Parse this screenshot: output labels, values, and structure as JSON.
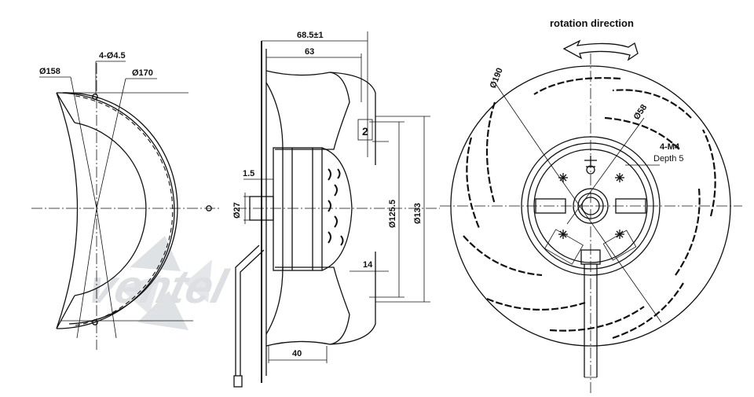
{
  "watermark": {
    "text": "ventel",
    "colors": {
      "grey": "#9aa2aa",
      "blue": "#4f86c6"
    }
  },
  "left_view": {
    "labels": {
      "d158": "Ø158",
      "holes": "4-Ø4.5",
      "d170": "Ø170"
    }
  },
  "side_view": {
    "labels": {
      "overall": "68.5±1",
      "width63": "63",
      "gap2": "2",
      "hub15": "1.5",
      "d27": "Ø27",
      "d1255": "Ø125.5",
      "d133": "Ø133",
      "dim14": "14",
      "dim40": "40"
    }
  },
  "front_view": {
    "rotation_label": "rotation direction",
    "labels": {
      "d190": "Ø190",
      "d58": "Ø58",
      "thread": "4-M4",
      "depth": "Depth 5"
    }
  }
}
